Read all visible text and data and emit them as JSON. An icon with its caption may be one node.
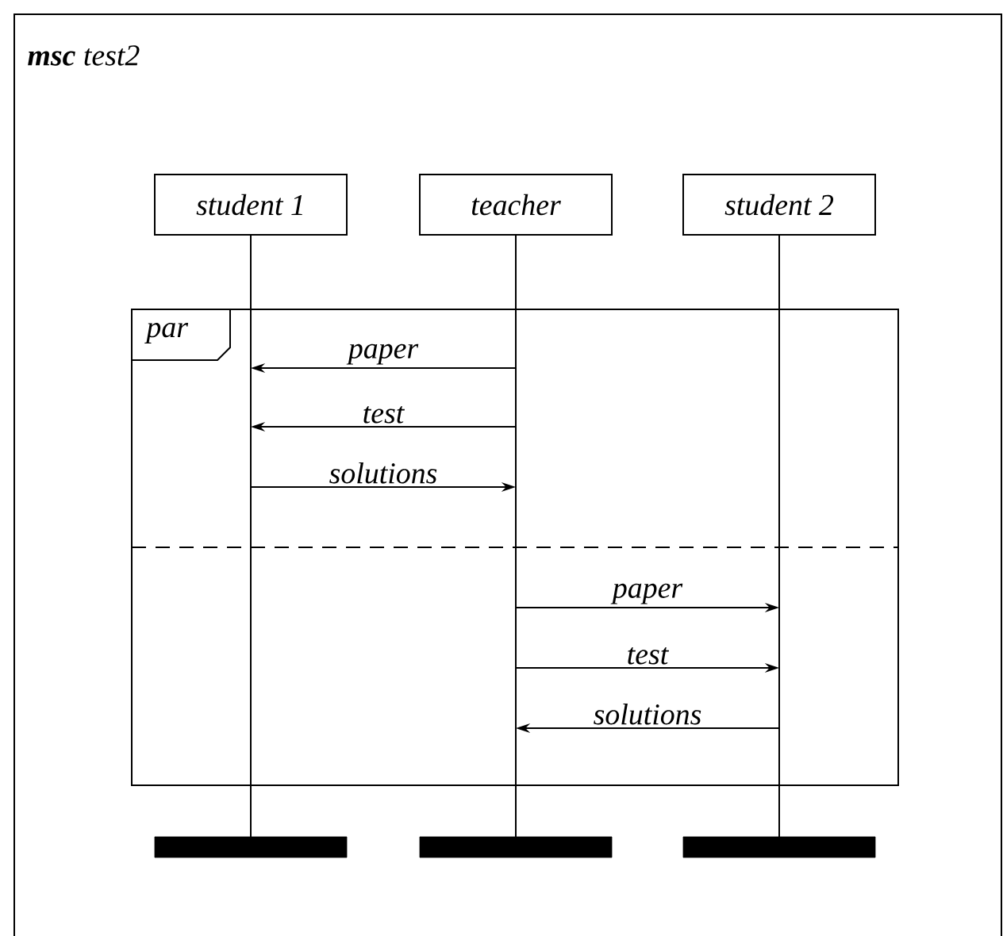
{
  "diagram": {
    "nodes": [
      {
        "text": [
          "**msc** test2"
        ]
      },
      {
        "text": [
          "student 1"
        ],
        "in": 0
      },
      {
        "text": [
          "teacher"
        ],
        "in": 0
      },
      {
        "text": [
          "student 2"
        ],
        "in": 0
      },
      {
        "text": [],
        "shape": "line",
        "in": 0
      },
      {
        "text": [],
        "shape": "line",
        "in": 0
      },
      {
        "text": [],
        "shape": "line",
        "in": 0
      },
      {
        "text": [],
        "shape": "bar",
        "in": 0
      },
      {
        "text": [],
        "shape": "bar",
        "in": 0
      },
      {
        "text": [],
        "shape": "bar",
        "in": 0
      }
    ],
    "edges": [
      {
        "from": 5,
        "to": 4,
        "arrow": "to",
        "label": "paper"
      },
      {
        "from": 5,
        "to": 4,
        "arrow": "to",
        "label": "test"
      },
      {
        "from": 4,
        "to": 5,
        "arrow": "to",
        "label": "solutions"
      },
      {
        "from": 5,
        "to": 6,
        "arrow": "to",
        "label": "paper"
      },
      {
        "from": 5,
        "to": 6,
        "arrow": "to",
        "label": "test"
      },
      {
        "from": 6,
        "to": 5,
        "arrow": "to",
        "label": "solutions"
      }
    ],
    "labels": [
      "par"
    ]
  }
}
